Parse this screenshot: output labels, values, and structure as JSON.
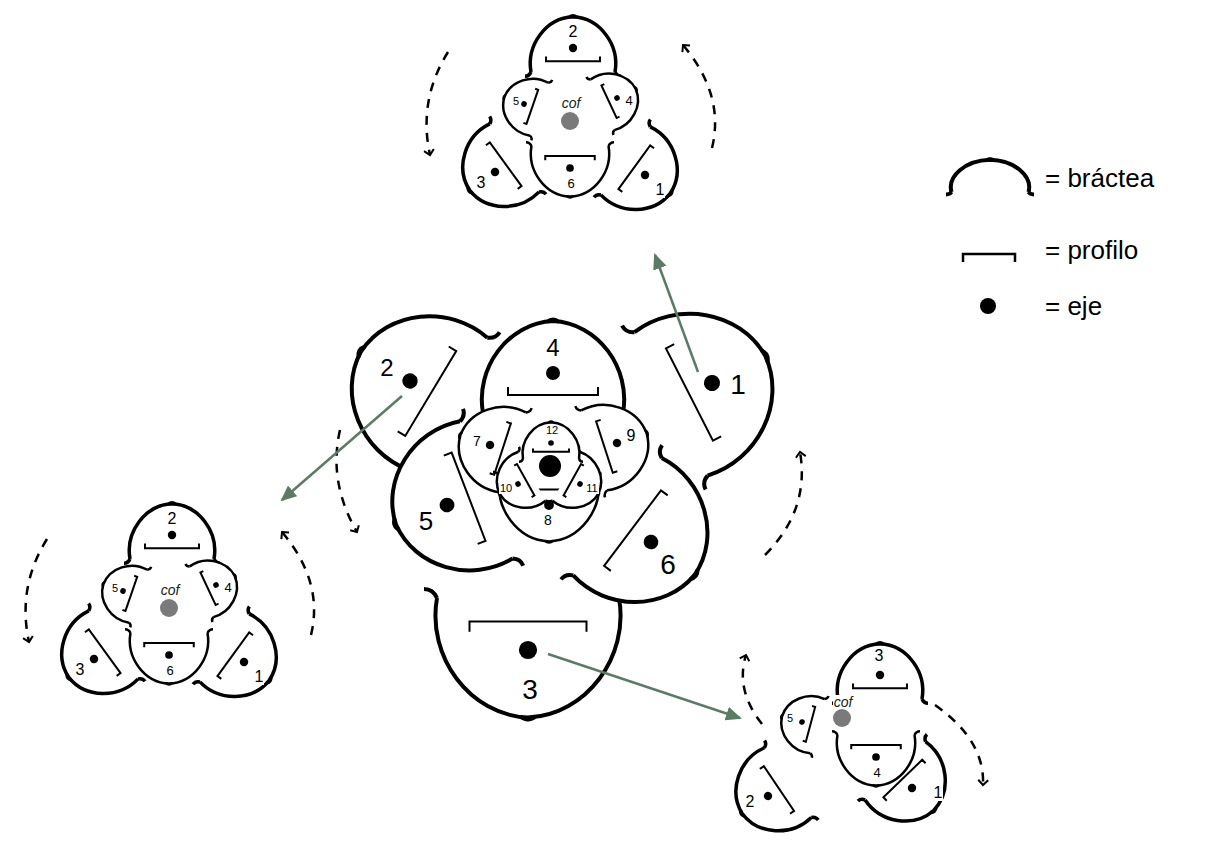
{
  "diagram": {
    "labels": [
      "1",
      "2",
      "3",
      "4",
      "5",
      "6",
      "7",
      "8",
      "9",
      "10",
      "11",
      "12",
      "2",
      "5",
      "cof",
      "4",
      "3",
      "6",
      "1",
      "2",
      "5",
      "cof",
      "4",
      "3",
      "6",
      "1",
      "3",
      "5",
      "cof",
      "4",
      "2",
      "1"
    ],
    "legend": [
      {
        "text": "= bráctea"
      },
      {
        "text": "= profilo"
      },
      {
        "text": "= eje"
      }
    ]
  }
}
